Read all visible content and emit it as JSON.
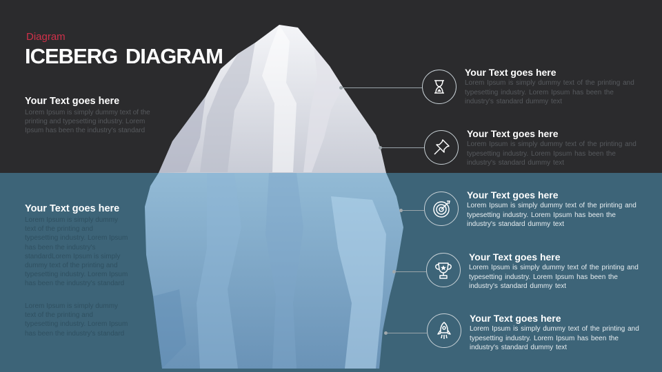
{
  "header": {
    "kicker": "Diagram",
    "title": "ICEBERG DIAGRAM"
  },
  "left_blocks": [
    {
      "heading": "Your Text goes here",
      "body": "Lorem Ipsum is simply dummy text of the printing and typesetting industry. Lorem Ipsum has been the industry's standard"
    },
    {
      "heading": "Your Text goes here",
      "body": "Lorem Ipsum is simply dummy text of the printing and typesetting industry. Lorem Ipsum has been the industry's standardLorem Ipsum is simply dummy text of the printing and typesetting industry. Lorem Ipsum has been the industry's standard"
    },
    {
      "heading": "",
      "body": "Lorem Ipsum is simply dummy text of the printing and typesetting industry. Lorem Ipsum has been the industry's standard"
    }
  ],
  "items": [
    {
      "icon": "hourglass-icon",
      "heading": "Your Text goes here",
      "body": "Lorem Ipsum is simply dummy text of the printing and typesetting industry. Lorem Ipsum has been the industry's standard dummy text"
    },
    {
      "icon": "pushpin-icon",
      "heading": "Your Text goes here",
      "body": "Lorem Ipsum is simply dummy text of the printing and typesetting industry. Lorem Ipsum has been the industry's standard dummy text"
    },
    {
      "icon": "target-icon",
      "heading": "Your Text goes here",
      "body": "Lorem Ipsum is simply dummy text of the printing and typesetting industry. Lorem Ipsum has been the industry's standard dummy text"
    },
    {
      "icon": "trophy-icon",
      "heading": "Your Text goes here",
      "body": "Lorem Ipsum is simply dummy text of the printing and typesetting industry. Lorem Ipsum has been the industry's standard dummy text"
    },
    {
      "icon": "rocket-icon",
      "heading": "Your Text goes here",
      "body": "Lorem Ipsum is simply dummy text of the printing and typesetting industry. Lorem Ipsum has been the industry's standard dummy text"
    }
  ],
  "colors": {
    "sky": "#2b2b2d",
    "sea": "#3d6478",
    "accent": "#d0314a"
  }
}
